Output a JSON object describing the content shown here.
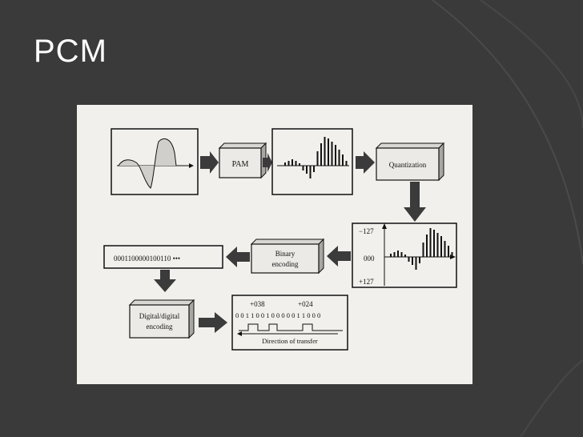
{
  "slide": {
    "title": "PCM"
  },
  "diagram": {
    "pam_label": "PAM",
    "quantization_label": "Quantization",
    "binary_encoding_label_line1": "Binary",
    "binary_encoding_label_line2": "encoding",
    "bitstream_label": "0001100000100110  •••",
    "digital_encoding_label_line1": "Digital/digital",
    "digital_encoding_label_line2": "encoding",
    "quantized_axis": {
      "top_label": "−127",
      "middle_label": "000",
      "bottom_label": "+127"
    },
    "output_panel": {
      "value_1": "+038",
      "value_2": "+024",
      "bits": "0 0 1 1 0 0 1 0 0 0 0 0 1 1 0 0 0",
      "direction_label": "Direction of transfer"
    }
  },
  "colors": {
    "background": "#3a3a3a",
    "figure_bg": "#f1f0ec",
    "arrow_fill": "#3b3b3b"
  }
}
